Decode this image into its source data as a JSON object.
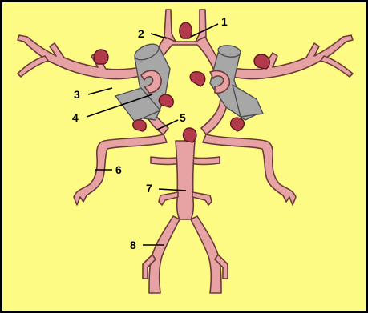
{
  "callouts": [
    {
      "id": "1",
      "text": "1"
    },
    {
      "id": "2",
      "text": "2"
    },
    {
      "id": "3",
      "text": "3"
    },
    {
      "id": "4",
      "text": "4"
    },
    {
      "id": "5",
      "text": "5"
    },
    {
      "id": "6",
      "text": "6"
    },
    {
      "id": "7",
      "text": "7"
    },
    {
      "id": "8",
      "text": "8"
    }
  ],
  "colors": {
    "background": "#fdfb84",
    "border": "#000000",
    "vessel_fill": "#e7a3a3",
    "vessel_stroke": "#6c3a3a",
    "aneurysm_fill": "#b33a4a",
    "aneurysm_stroke": "#5b1620",
    "nerve_fill": "#a7a7a7",
    "nerve_stroke": "#4f4f4f"
  }
}
